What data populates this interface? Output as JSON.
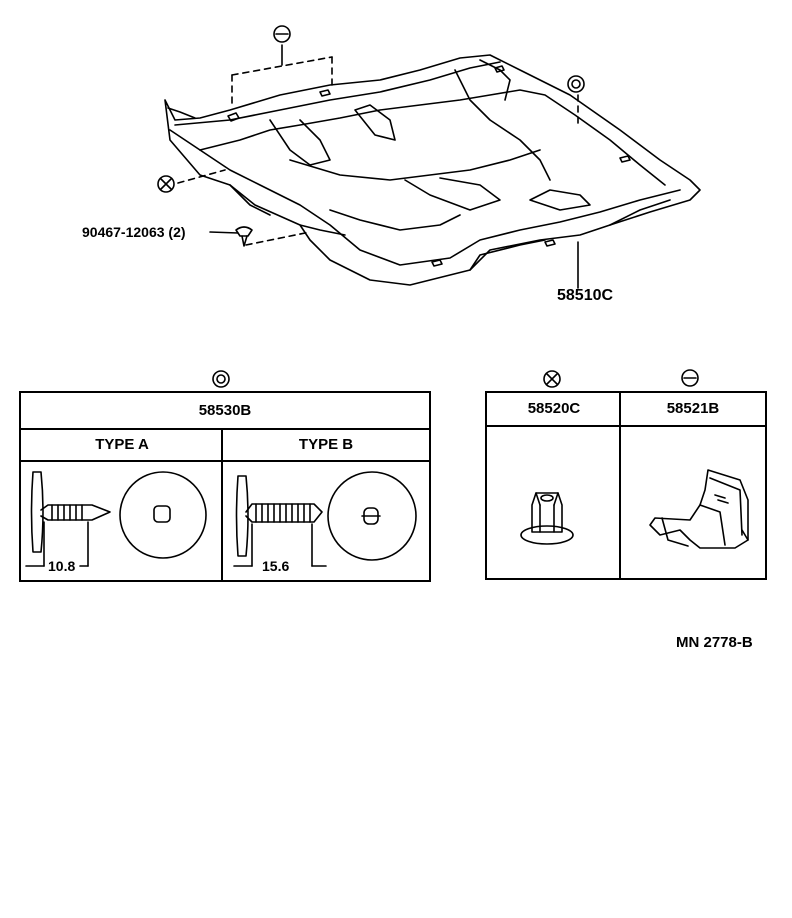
{
  "callouts": {
    "floor_carpet": "58510C",
    "screw": "90467-12063 (2)",
    "code": "MN  2778-B"
  },
  "symbols": {
    "double_circle": "double-circle-icon",
    "cross_circle": "cross-circle-icon",
    "minus_circle": "minus-circle-icon"
  },
  "table_left": {
    "part": "58530B",
    "type_a": "TYPE  A",
    "type_b": "TYPE  B",
    "dim_a": "10.8",
    "dim_b": "15.6"
  },
  "table_right": {
    "part_1": "58520C",
    "part_2": "58521B"
  }
}
